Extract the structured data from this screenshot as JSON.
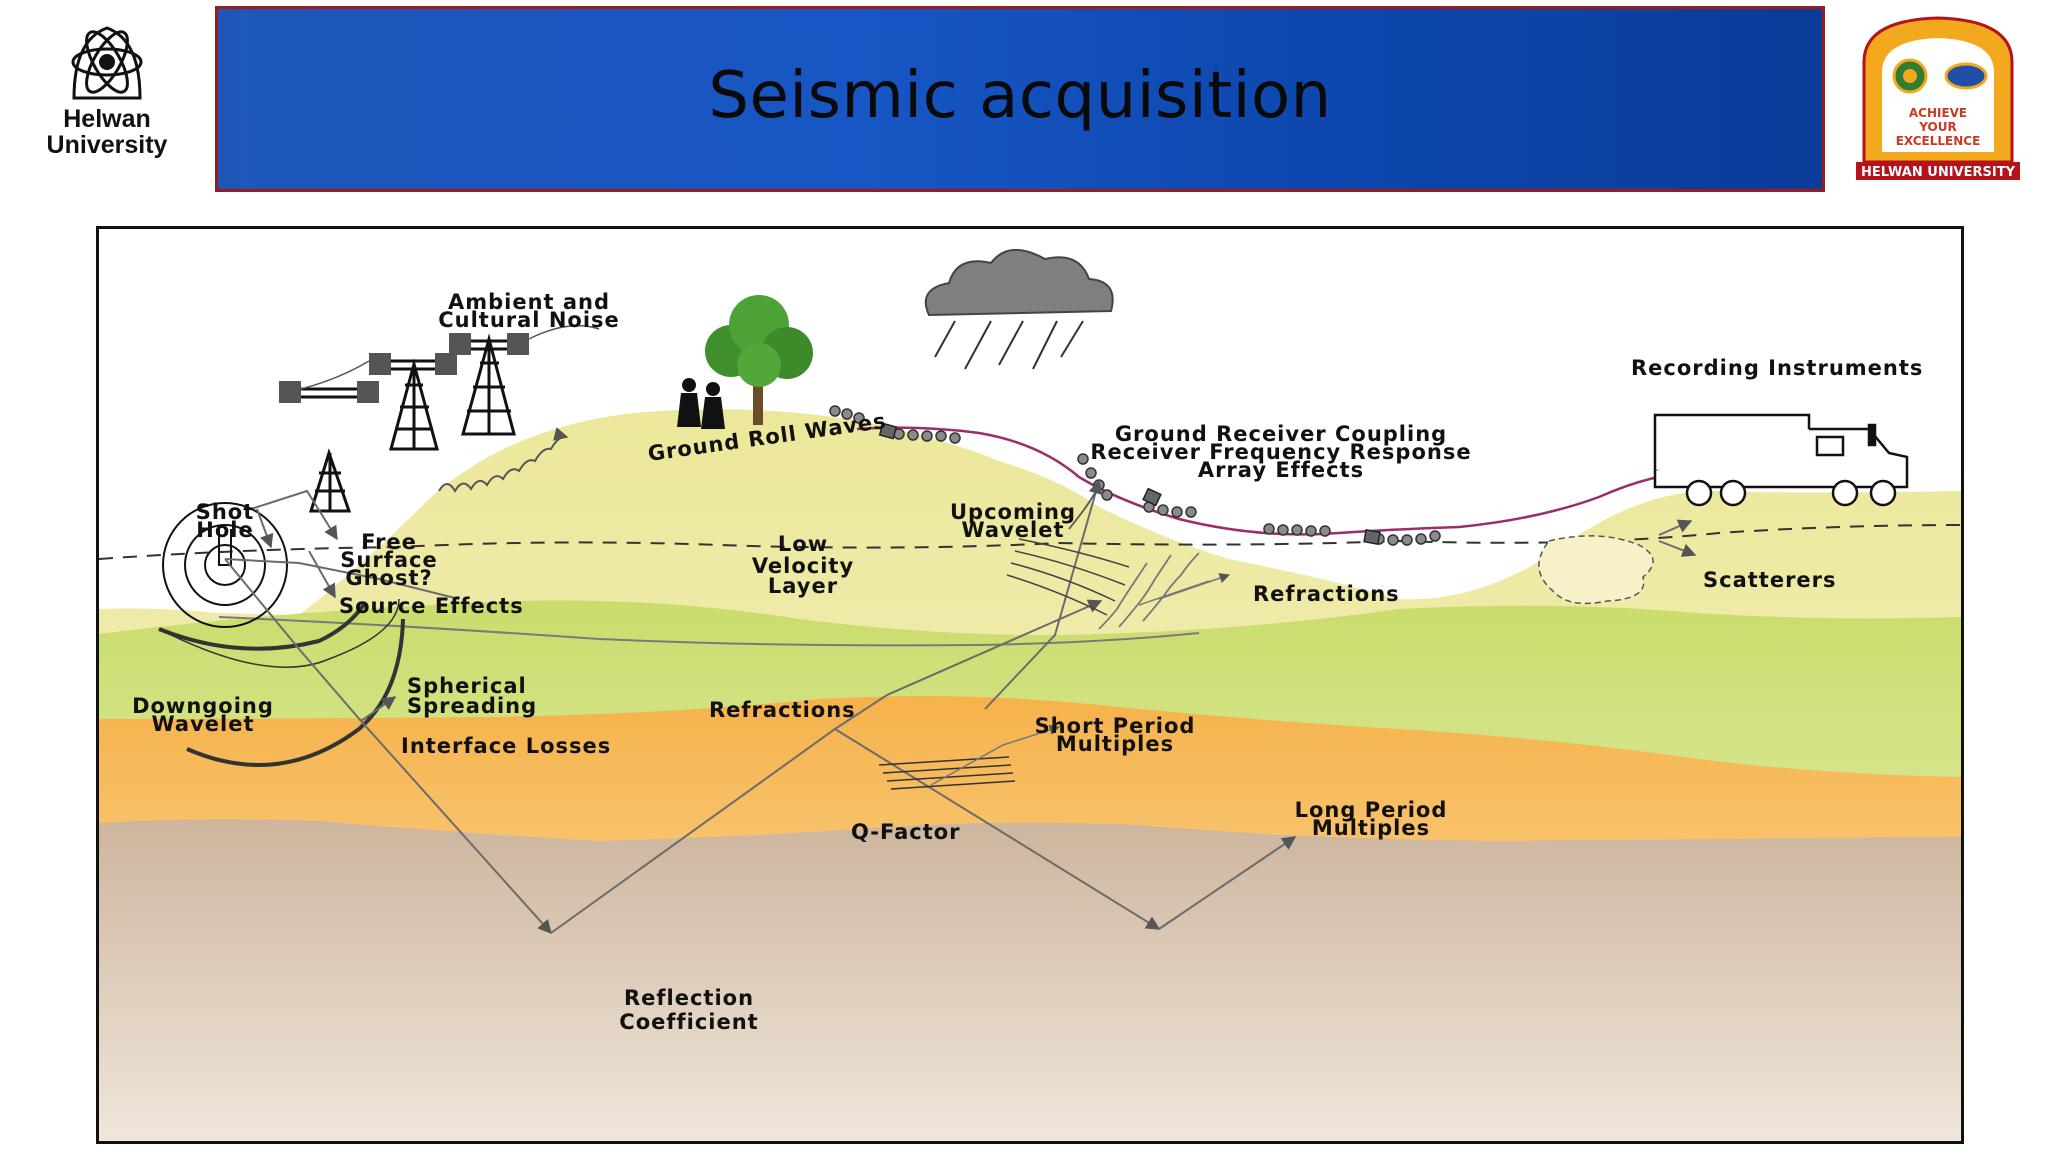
{
  "header": {
    "title": "Seismic acquisition",
    "left_logo_text": [
      "Helwan",
      "University"
    ],
    "right_logo_text": "HELWAN UNIVERSITY",
    "right_logo_motto": [
      "ACHIEVE",
      "YOUR",
      "EXCELLENCE"
    ]
  },
  "colors": {
    "banner_blue": "#1756c4",
    "banner_border": "#9b1c1c",
    "surface_layer": "#f3efb4",
    "green_layer": "#d6e58c",
    "orange_layer": "#f5b75a",
    "bottom_layer": "#d8c3ad"
  },
  "diagram": {
    "labels": {
      "ambient_noise": [
        "Ambient and",
        "Cultural Noise"
      ],
      "ground_roll": "Ground Roll Waves",
      "recording_instruments": "Recording Instruments",
      "receiver_coupling": [
        "Ground Receiver Coupling",
        "Receiver Frequency Response",
        "Array Effects"
      ],
      "shot_hole": [
        "Shot",
        "Hole"
      ],
      "free_surface_ghost": [
        "Free",
        "Surface",
        "Ghost?"
      ],
      "low_velocity_layer": [
        "Low",
        "Velocity",
        "Layer"
      ],
      "upcoming_wavelet": [
        "Upcoming",
        "Wavelet"
      ],
      "refractions_top": "Refractions",
      "scatterers": "Scatterers",
      "source_effects": "Source Effects",
      "spherical_spreading": [
        "Spherical",
        "Spreading"
      ],
      "downgoing_wavelet": [
        "Downgoing",
        "Wavelet"
      ],
      "refractions_mid": "Refractions",
      "short_period_multiples": [
        "Short Period",
        "Multiples"
      ],
      "interface_losses": "Interface Losses",
      "q_factor": "Q-Factor",
      "long_period_multiples": [
        "Long Period",
        "Multiples"
      ],
      "reflection_coefficient": [
        "Reflection",
        "Coefficient"
      ]
    }
  }
}
